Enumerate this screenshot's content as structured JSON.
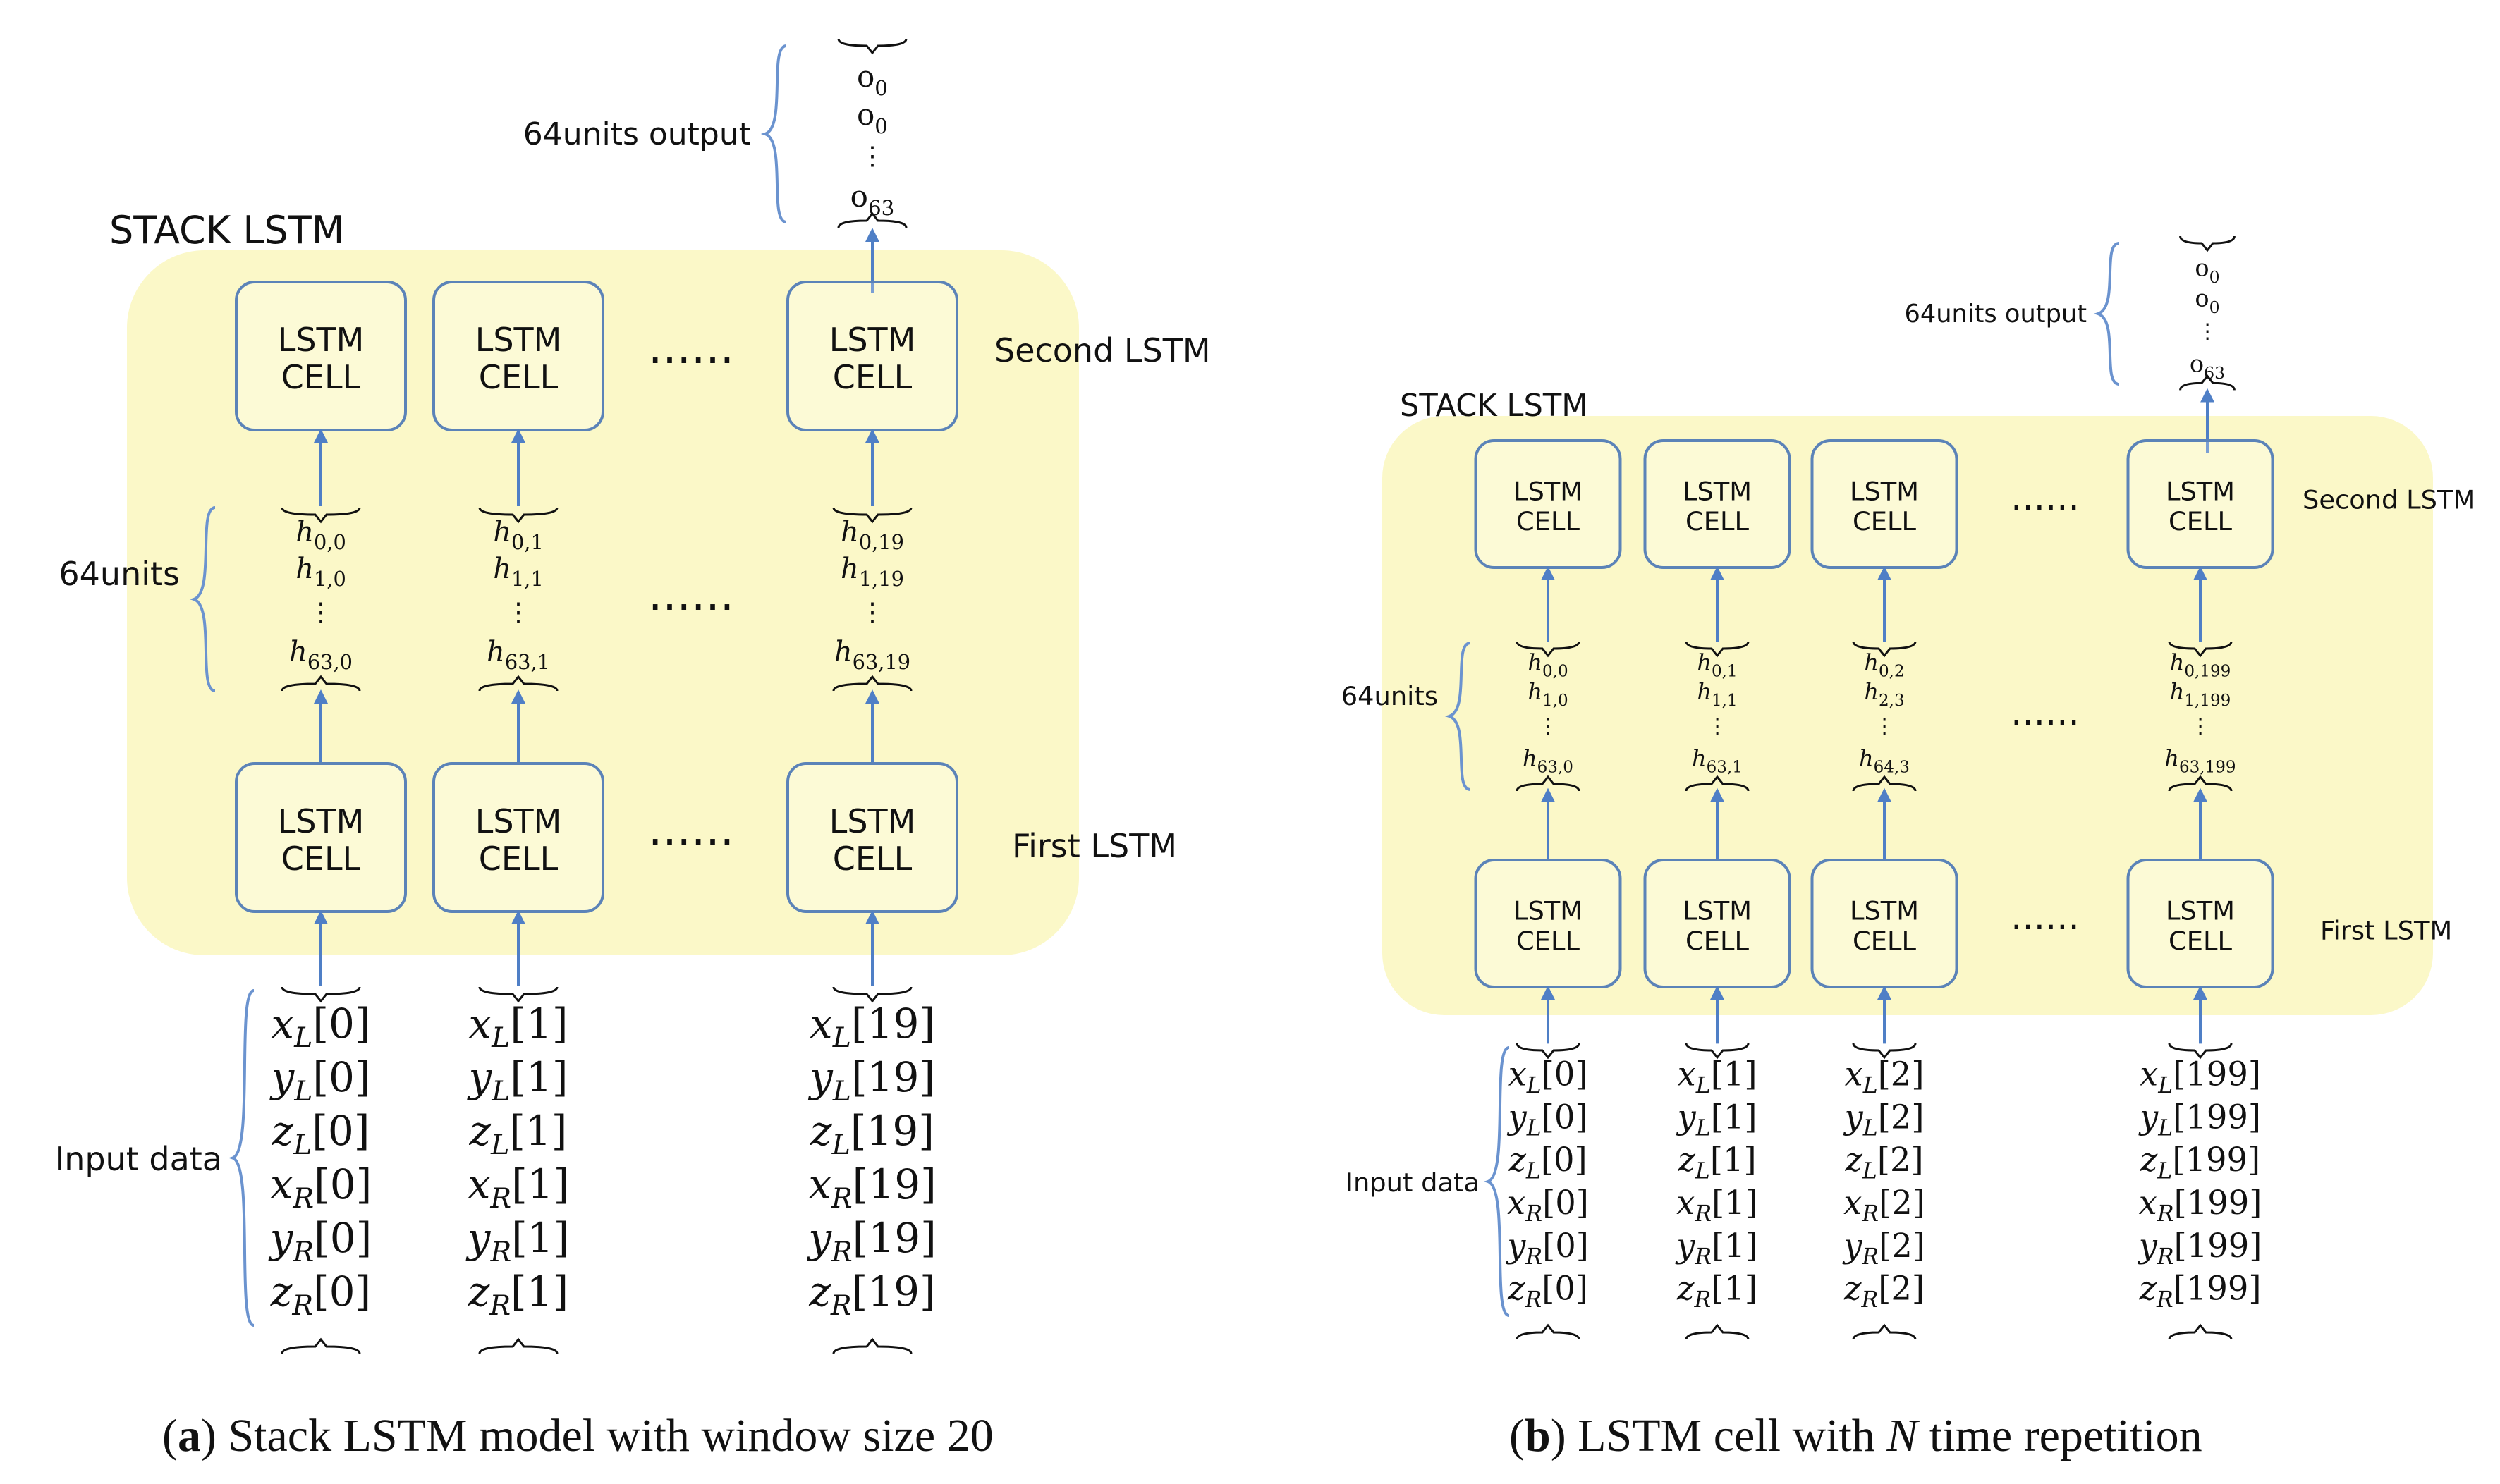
{
  "cell_label_line1": "LSTM",
  "cell_label_line2": "CELL",
  "ellipsis": "......",
  "vdots": "⋮",
  "panel_a": {
    "stack_title": "STACK LSTM",
    "output_label": "64units output",
    "outputs": [
      "o0",
      "o0",
      "o63"
    ],
    "second_label": "Second LSTM",
    "first_label": "First LSTM",
    "units_label": "64units",
    "input_label": "Input data",
    "columns": [
      {
        "h_top": "h0,0",
        "h_second": "h1,0",
        "h_last": "h63,0",
        "index": "0"
      },
      {
        "h_top": "h0,1",
        "h_second": "h1,1",
        "h_last": "h63,1",
        "index": "1"
      },
      {
        "h_top": "h0,19",
        "h_second": "h1,19",
        "h_last": "h63,19",
        "index": "19"
      }
    ],
    "caption_letter": "a",
    "caption_text": "Stack LSTM model with window size 20"
  },
  "panel_b": {
    "stack_title": "STACK LSTM",
    "output_label": "64units output",
    "outputs": [
      "o0",
      "o0",
      "o63"
    ],
    "second_label": "Second LSTM",
    "first_label": "First LSTM",
    "units_label": "64units",
    "input_label": "Input data",
    "columns": [
      {
        "h_top": "h0,0",
        "h_second": "h1,0",
        "h_last": "h63,0",
        "index": "0"
      },
      {
        "h_top": "h0,1",
        "h_second": "h1,1",
        "h_last": "h63,1",
        "index": "1"
      },
      {
        "h_top": "h0,2",
        "h_second": "h2,3",
        "h_last": "h64,3",
        "index": "2"
      },
      {
        "h_top": "h0,199",
        "h_second": "h1,199",
        "h_last": "h63,199",
        "index": "199"
      }
    ],
    "caption_letter": "b",
    "caption_text_pre": "LSTM cell with",
    "caption_text_var": "N",
    "caption_text_post": "time repetition"
  },
  "input_vars": [
    {
      "base": "x",
      "sub": "L"
    },
    {
      "base": "y",
      "sub": "L"
    },
    {
      "base": "z",
      "sub": "L"
    },
    {
      "base": "x",
      "sub": "R"
    },
    {
      "base": "y",
      "sub": "R"
    },
    {
      "base": "z",
      "sub": "R"
    }
  ]
}
